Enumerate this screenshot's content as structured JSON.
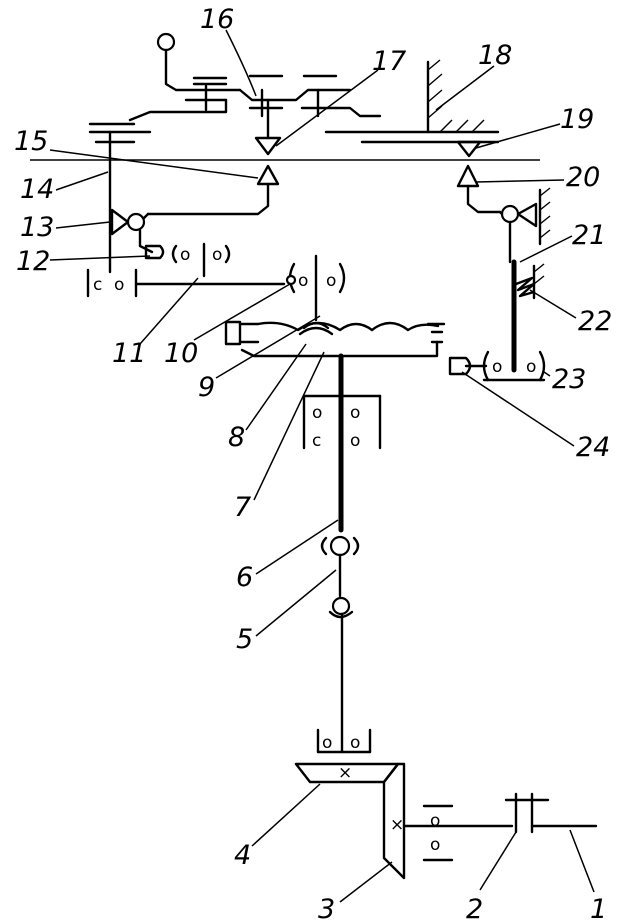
{
  "labels": [
    {
      "id": "1",
      "text": "1"
    },
    {
      "id": "2",
      "text": "2"
    },
    {
      "id": "3",
      "text": "3"
    },
    {
      "id": "4",
      "text": "4"
    },
    {
      "id": "5",
      "text": "5"
    },
    {
      "id": "6",
      "text": "6"
    },
    {
      "id": "7",
      "text": "7"
    },
    {
      "id": "8",
      "text": "8"
    },
    {
      "id": "9",
      "text": "9"
    },
    {
      "id": "10",
      "text": "10"
    },
    {
      "id": "11",
      "text": "11"
    },
    {
      "id": "12",
      "text": "12"
    },
    {
      "id": "13",
      "text": "13"
    },
    {
      "id": "14",
      "text": "14"
    },
    {
      "id": "15",
      "text": "15"
    },
    {
      "id": "16",
      "text": "16"
    },
    {
      "id": "17",
      "text": "17"
    },
    {
      "id": "18",
      "text": "18"
    },
    {
      "id": "19",
      "text": "19"
    },
    {
      "id": "20",
      "text": "20"
    },
    {
      "id": "21",
      "text": "21"
    },
    {
      "id": "22",
      "text": "22"
    },
    {
      "id": "23",
      "text": "23"
    },
    {
      "id": "24",
      "text": "24"
    }
  ],
  "colors": {
    "ink": "#000000",
    "paper": "#ffffff"
  },
  "roller_symbol": "o"
}
